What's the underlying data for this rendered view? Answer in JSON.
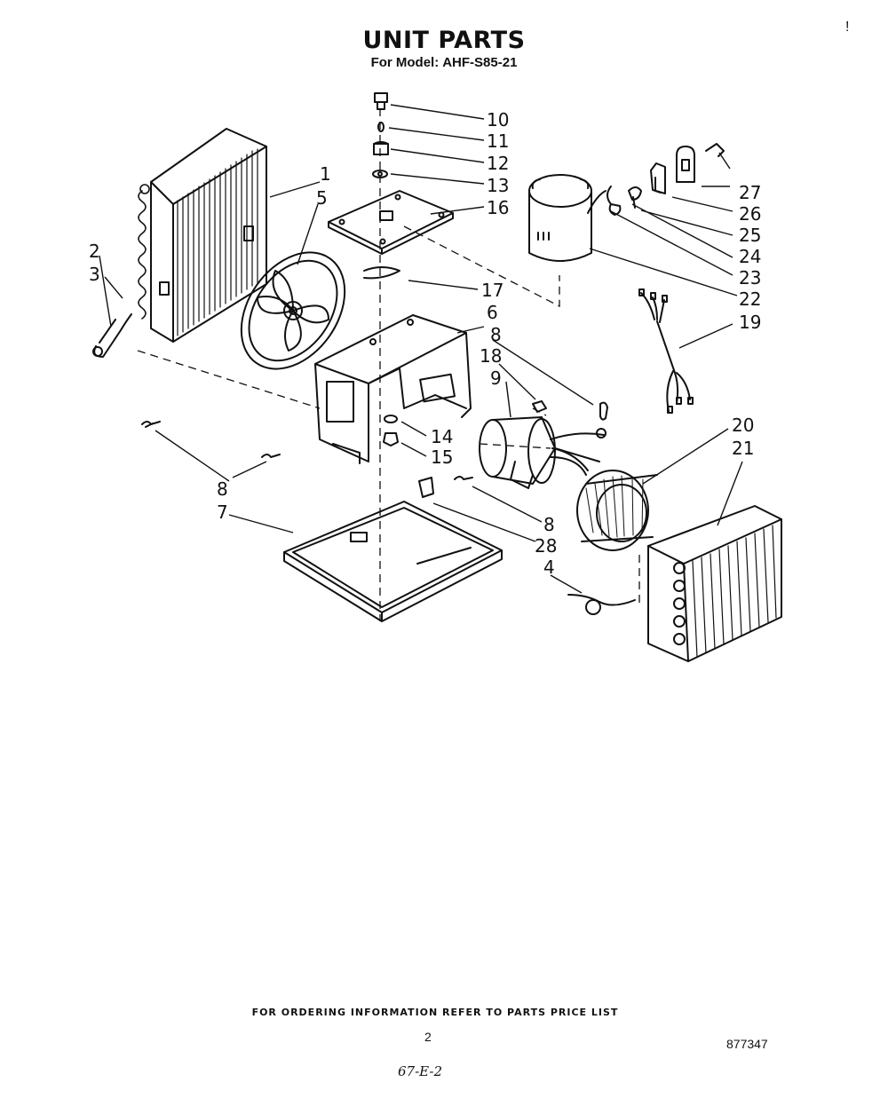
{
  "header": {
    "title": "UNIT PARTS",
    "model_label": "For Model:",
    "model_number": "AHF-S85-21"
  },
  "callouts": {
    "c1": "1",
    "c2": "2",
    "c3": "3",
    "c4": "4",
    "c5": "5",
    "c6": "6",
    "c7": "7",
    "c8": "8",
    "c9": "9",
    "c10": "10",
    "c11": "11",
    "c12": "12",
    "c13": "13",
    "c14": "14",
    "c15": "15",
    "c16": "16",
    "c17": "17",
    "c18": "18",
    "c19": "19",
    "c20": "20",
    "c21": "21",
    "c22": "22",
    "c23": "23",
    "c24": "24",
    "c25": "25",
    "c26": "26",
    "c27": "27",
    "c28": "28"
  },
  "footer": {
    "ordering_note": "FOR ORDERING INFORMATION REFER TO PARTS PRICE LIST",
    "page_number": "2",
    "document_number": "877347",
    "handwritten_note": "67-E-2",
    "margin_mark": "!"
  }
}
